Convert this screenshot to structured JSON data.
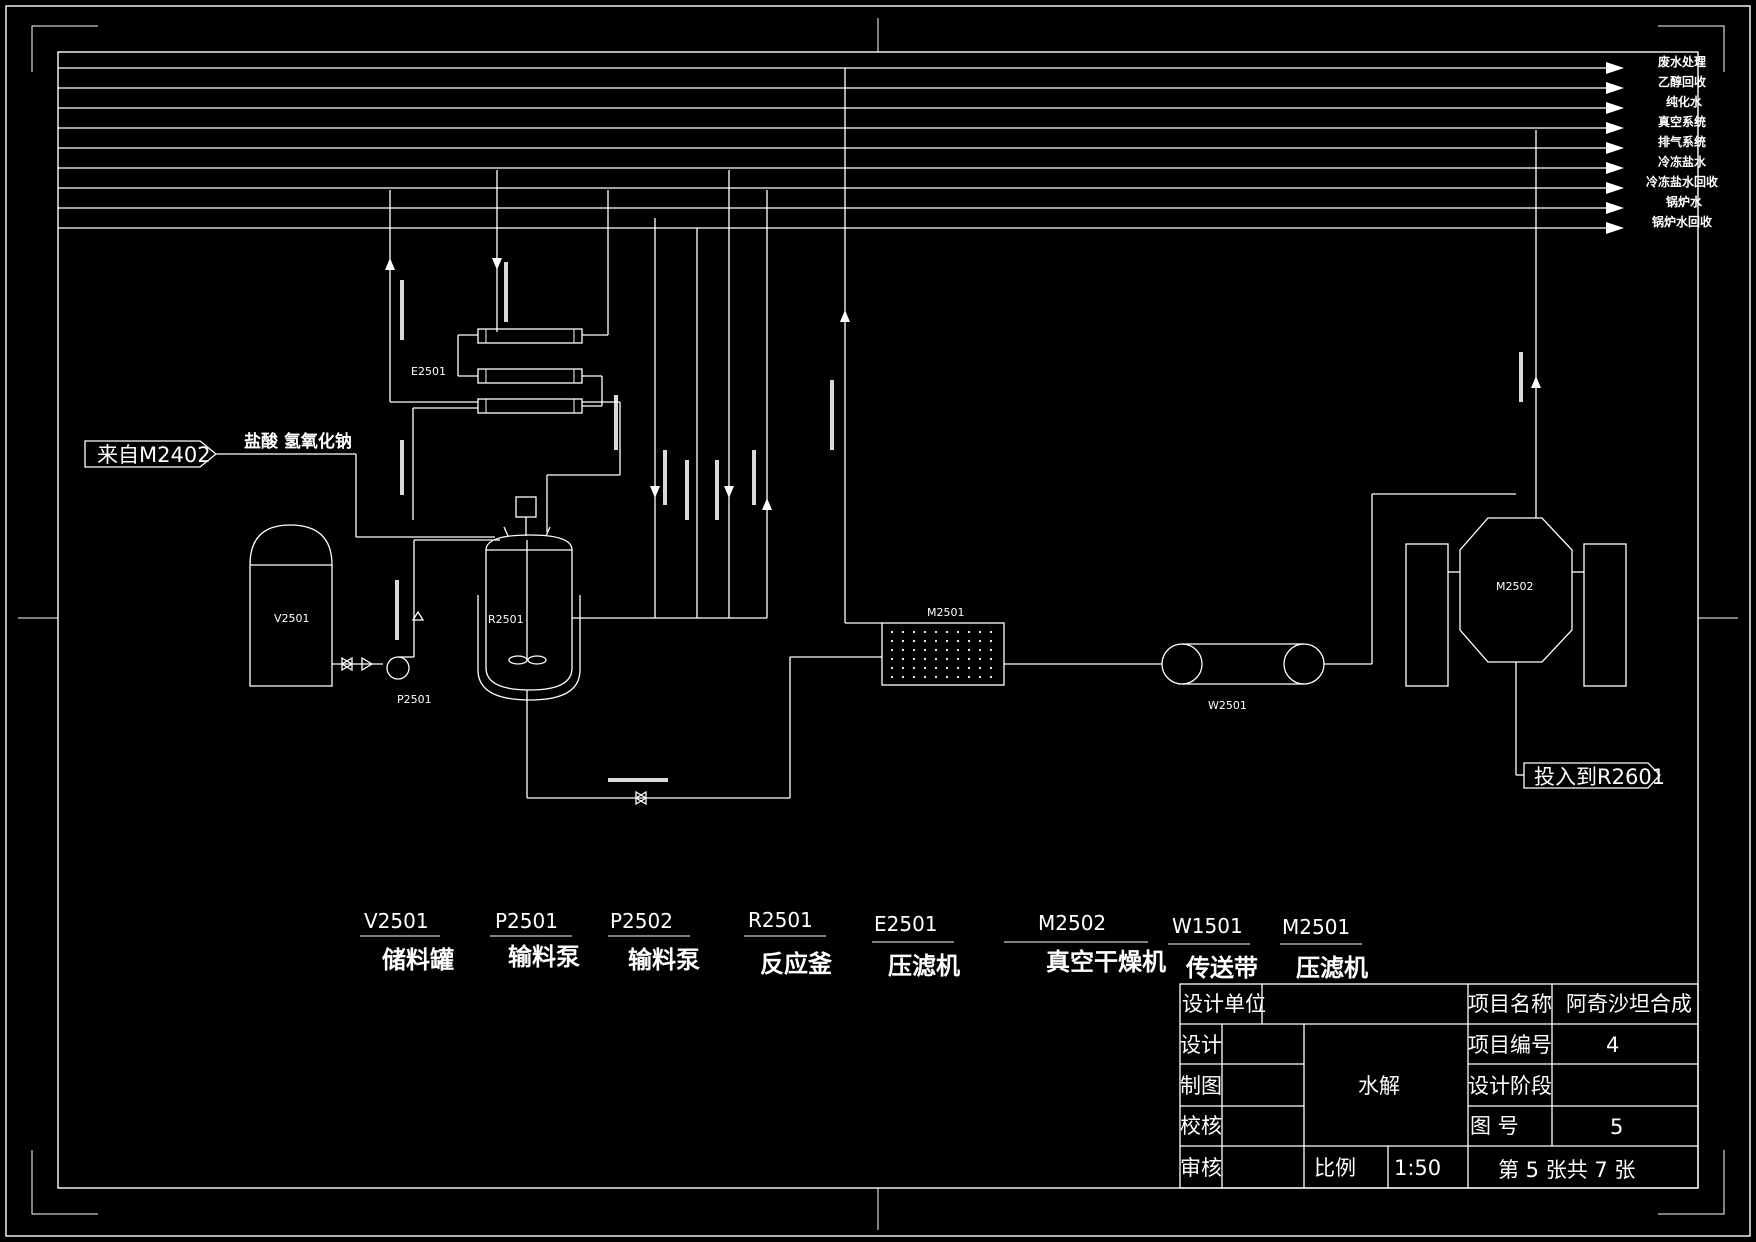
{
  "utility_lines": [
    {
      "label": "废水处理"
    },
    {
      "label": "乙醇回收"
    },
    {
      "label": "纯化水"
    },
    {
      "label": "真空系统"
    },
    {
      "label": "排气系统"
    },
    {
      "label": "冷冻盐水"
    },
    {
      "label": "冷冻盐水回收"
    },
    {
      "label": "锅炉水"
    },
    {
      "label": "锅炉水回收"
    }
  ],
  "source": {
    "label": "来自M2402"
  },
  "feed_label": "盐酸 氢氧化钠",
  "destination": {
    "label": "投入到R2601"
  },
  "equipment_tags": {
    "v2501": "V2501",
    "p2501": "P2501",
    "r2501": "R2501",
    "e2501": "E2501",
    "m2501": "M2501",
    "w2501": "W2501",
    "m2502": "M2502"
  },
  "legend": [
    {
      "code": "V2501",
      "name": "储料罐"
    },
    {
      "code": "P2501",
      "name": "输料泵"
    },
    {
      "code": "P2502",
      "name": "输料泵"
    },
    {
      "code": "R2501",
      "name": "反应釜"
    },
    {
      "code": "E2501",
      "name": "压滤机"
    },
    {
      "code": "M2502",
      "name": "真空干燥机"
    },
    {
      "code": "W1501",
      "name": "传送带"
    },
    {
      "code": "M2501",
      "name": "压滤机"
    }
  ],
  "title_block": {
    "design_unit_label": "设计单位",
    "design_unit_value": "",
    "design_label": "设计",
    "drafting_label": "制图",
    "checking_label": "校核",
    "review_label": "审核",
    "drawing_title": "水解",
    "scale_label": "比例",
    "scale_value": "1:50",
    "project_name_label": "项目名称",
    "project_name_value": "阿奇沙坦合成",
    "project_no_label": "项目编号",
    "project_no_value": "4",
    "design_stage_label": "设计阶段",
    "design_stage_value": "",
    "drawing_no_label": "图 号",
    "drawing_no_value": "5",
    "sheet_text": "第 5 张共 7 张"
  }
}
